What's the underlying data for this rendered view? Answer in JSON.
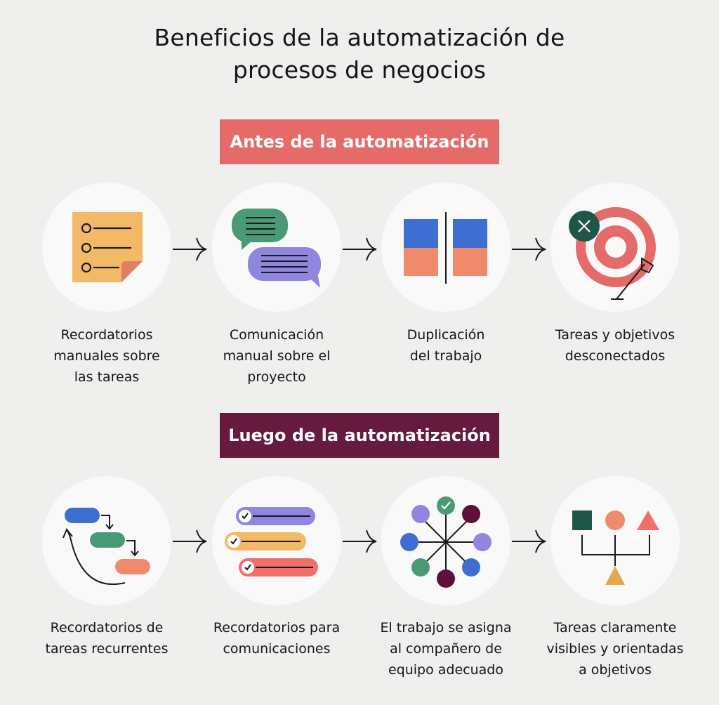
{
  "title": {
    "line1": "Beneficios de la automatización de",
    "line2": "procesos de negocios"
  },
  "before": {
    "banner": "Antes de la automatización",
    "banner_color": "#e46b68",
    "items": [
      {
        "icon": "sticky-note-checklist-icon",
        "lines": [
          "Recordatorios",
          "manuales sobre",
          "las tareas"
        ]
      },
      {
        "icon": "chat-bubbles-icon",
        "lines": [
          "Comunicación",
          "manual sobre el",
          "proyecto"
        ]
      },
      {
        "icon": "duplicate-blocks-icon",
        "lines": [
          "Duplicación",
          "del trabajo"
        ]
      },
      {
        "icon": "missed-target-icon",
        "lines": [
          "Tareas y objetivos",
          "desconectados"
        ]
      }
    ]
  },
  "after": {
    "banner": "Luego de la automatización",
    "banner_color": "#661a3e",
    "items": [
      {
        "icon": "recurring-tasks-icon",
        "lines": [
          "Recordatorios de",
          "tareas recurrentes"
        ]
      },
      {
        "icon": "checked-reminders-icon",
        "lines": [
          "Recordatorios para",
          "comunicaciones"
        ]
      },
      {
        "icon": "team-assignment-icon",
        "lines": [
          "El trabajo se asigna",
          "al compañero de",
          "equipo adecuado"
        ]
      },
      {
        "icon": "goal-hierarchy-icon",
        "lines": [
          "Tareas claramente",
          "visibles y orientadas",
          "a objetivos"
        ]
      }
    ]
  }
}
